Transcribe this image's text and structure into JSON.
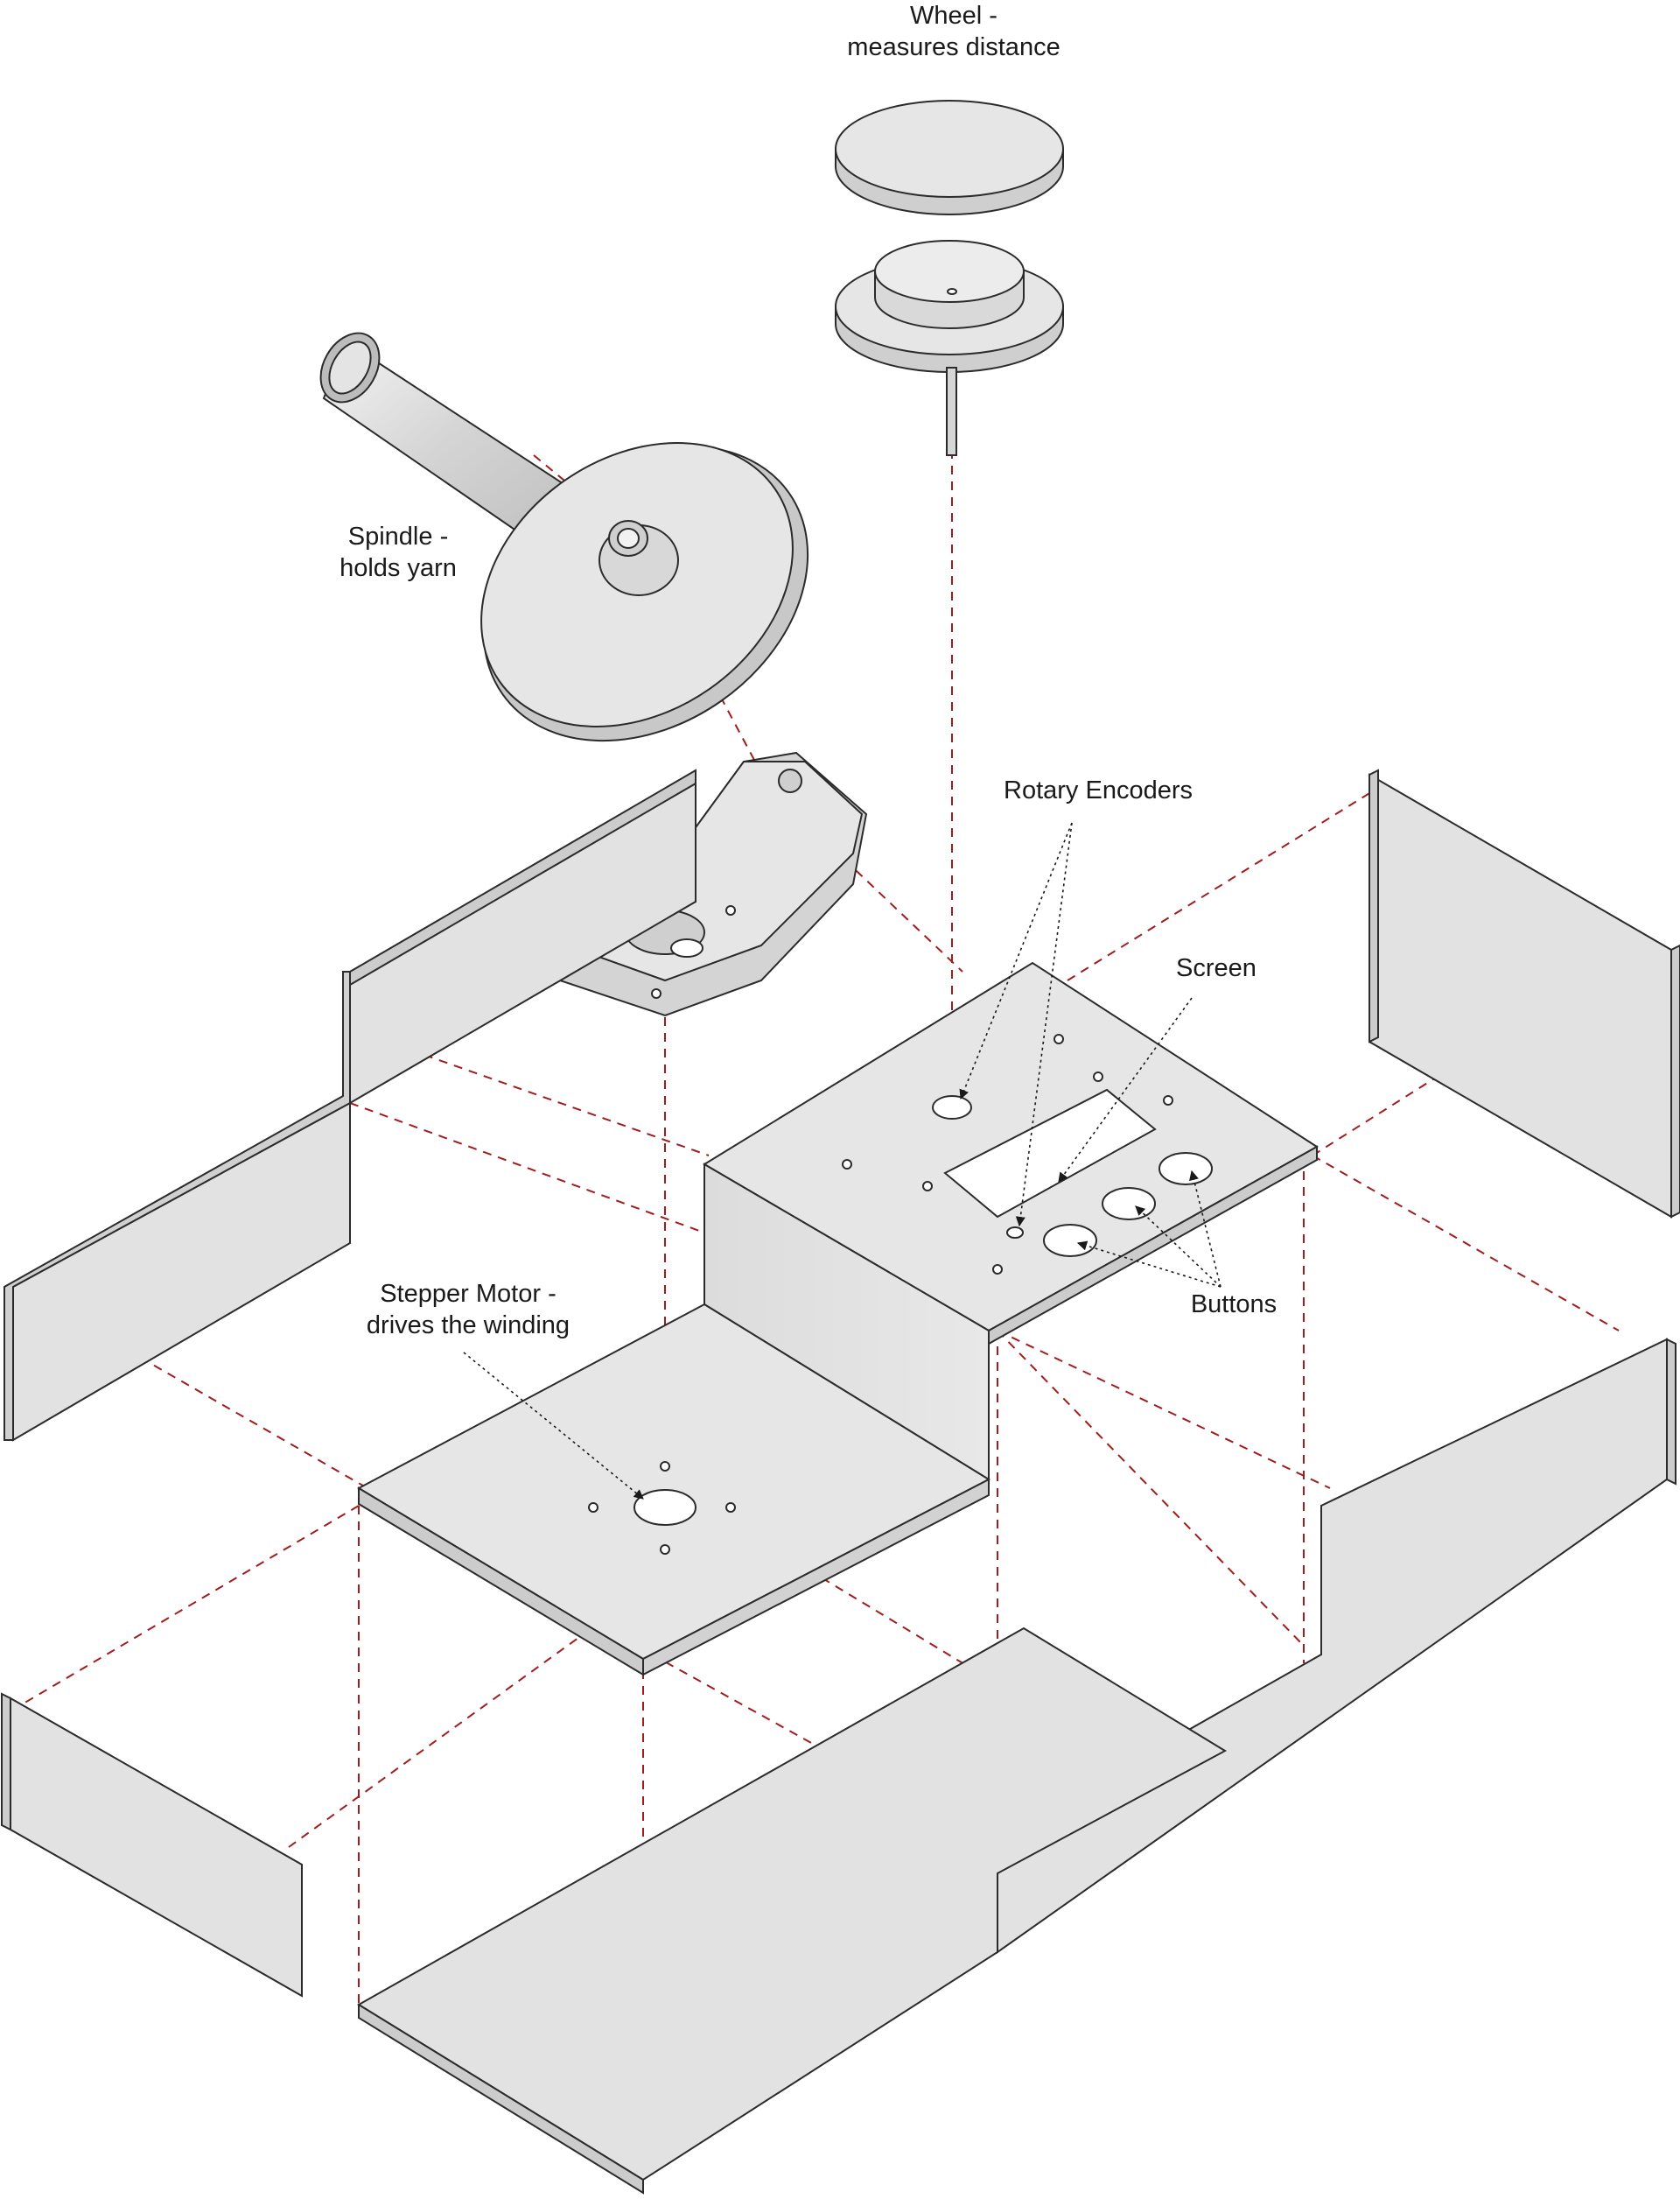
{
  "labels": {
    "wheel": {
      "line1": "Wheel -",
      "line2": "measures distance"
    },
    "spindle": {
      "line1": "Spindle -",
      "line2": "holds yarn"
    },
    "rotary_encoders": "Rotary Encoders",
    "screen": "Screen",
    "buttons": "Buttons",
    "stepper_motor": {
      "line1": "Stepper Motor -",
      "line2": "drives the winding"
    }
  },
  "colors": {
    "panel_fill": "#e2e2e2",
    "panel_stroke": "#2b2b2b",
    "dashed_guide": "#a11d1d",
    "leader": "#1a1a1a"
  }
}
